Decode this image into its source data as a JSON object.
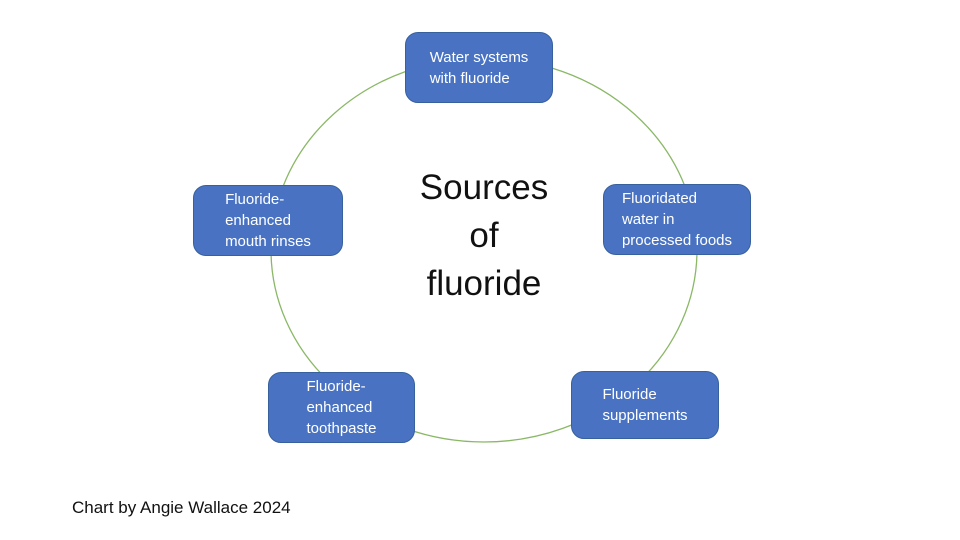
{
  "title": {
    "full": "Sources of fluoride",
    "lines": [
      "Sources",
      "of",
      "fluoride"
    ]
  },
  "caption": "Chart by Angie Wallace 2024",
  "colors": {
    "background": "#ffffff",
    "node_fill": "#4973c2",
    "node_border": "#36609e",
    "node_text": "#ffffff",
    "circle_stroke": "#8ab866",
    "title_text": "#111111"
  },
  "diagram": {
    "type": "cycle",
    "nodes": [
      {
        "id": "water-systems",
        "label": "Water systems with fluoride",
        "lines": [
          "Water systems",
          "with fluoride"
        ]
      },
      {
        "id": "fluoridated-water",
        "label": "Fluoridated water in processed foods",
        "lines": [
          "Fluoridated",
          "water in",
          "processed foods"
        ]
      },
      {
        "id": "mouth-rinses",
        "label": "Fluoride-enhanced mouth rinses",
        "lines": [
          "Fluoride-",
          "enhanced",
          "mouth rinses"
        ]
      },
      {
        "id": "toothpaste",
        "label": "Fluoride-enhanced toothpaste",
        "lines": [
          "Fluoride-",
          "enhanced",
          "toothpaste"
        ]
      },
      {
        "id": "supplements",
        "label": "Fluoride supplements",
        "lines": [
          "Fluoride",
          "supplements"
        ]
      }
    ]
  }
}
